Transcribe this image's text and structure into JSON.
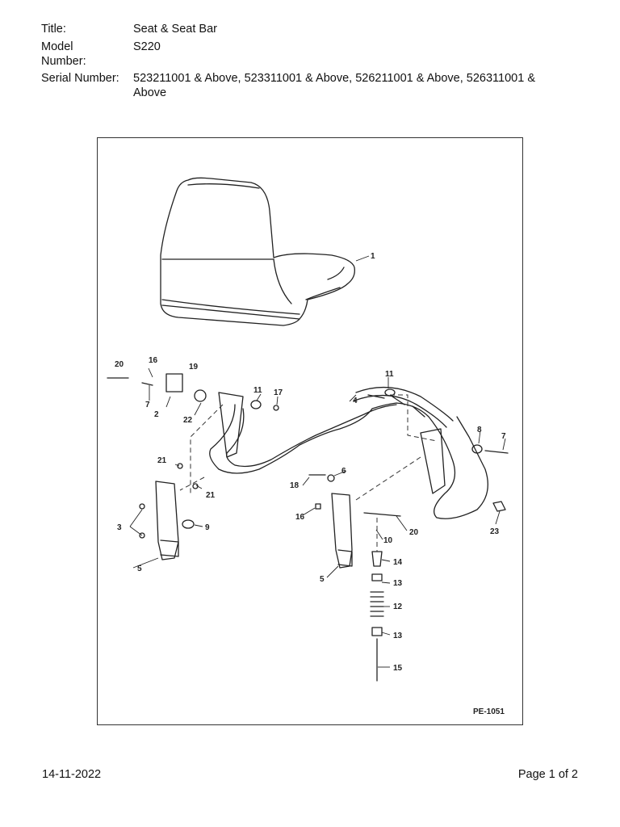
{
  "header": {
    "title_label": "Title:",
    "title_value": "Seat & Seat Bar",
    "model_label_1": "Model",
    "model_label_2": "Number:",
    "model_value": "S220",
    "serial_label": "Serial Number:",
    "serial_value_1": "523211001 & Above, 523311001 & Above, 526211001 & Above, 526311001 &",
    "serial_value_2": "Above"
  },
  "figure": {
    "code": "PE-1051",
    "callouts": {
      "c1": "1",
      "c2": "2",
      "c3": "3",
      "c4": "4",
      "c5a": "5",
      "c5b": "5",
      "c6": "6",
      "c7a": "7",
      "c7b": "7",
      "c8": "8",
      "c9": "9",
      "c10": "10",
      "c11a": "11",
      "c11b": "11",
      "c12": "12",
      "c13a": "13",
      "c13b": "13",
      "c14": "14",
      "c15": "15",
      "c16a": "16",
      "c16b": "16",
      "c17": "17",
      "c18": "18",
      "c19": "19",
      "c20a": "20",
      "c20b": "20",
      "c21a": "21",
      "c21b": "21",
      "c22": "22",
      "c23": "23"
    }
  },
  "footer": {
    "date": "14-11-2022",
    "page": "Page 1 of 2"
  }
}
